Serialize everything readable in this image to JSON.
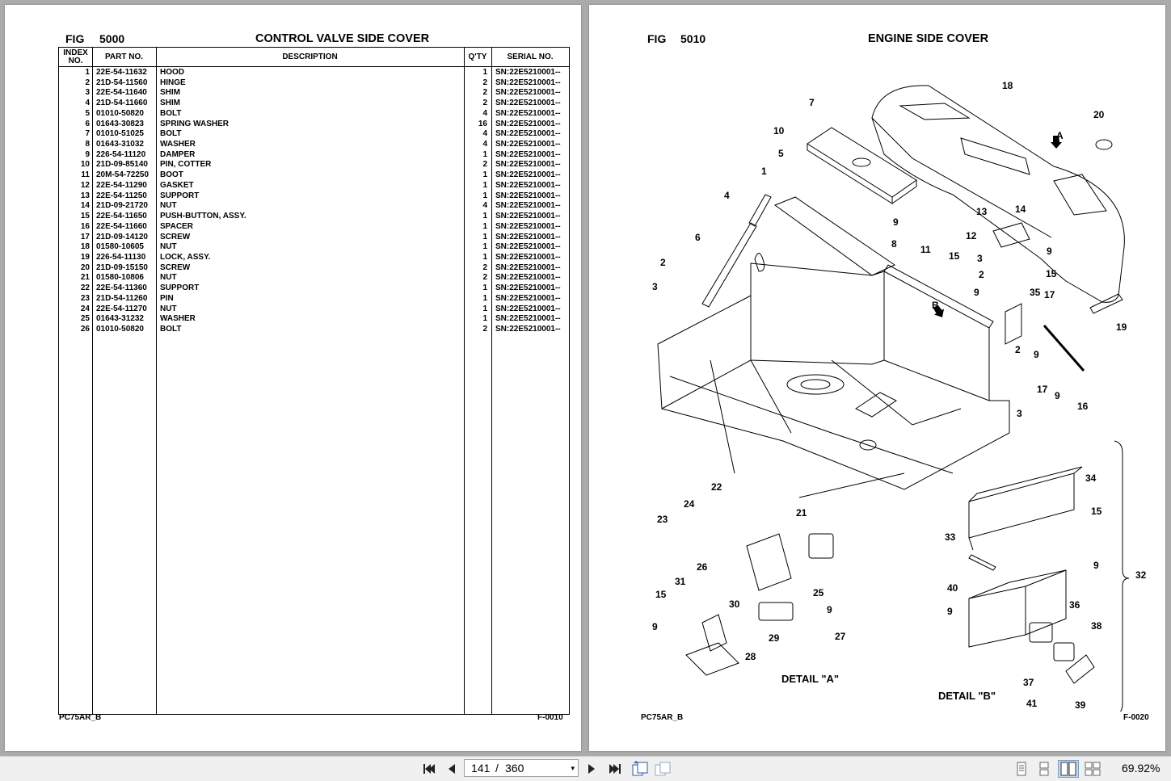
{
  "left_page": {
    "fig_label": "FIG",
    "fig_number": "5000",
    "title": "CONTROL VALVE SIDE COVER",
    "footer_left": "PC75AR_B",
    "footer_right": "F-0010",
    "headers": {
      "index": "INDEX NO.",
      "part": "PART NO.",
      "desc": "DESCRIPTION",
      "qty": "Q'TY",
      "serial": "SERIAL NO."
    },
    "rows": [
      {
        "i": "1",
        "p": "22E-54-11632",
        "d": "HOOD",
        "q": "1",
        "s": "SN:22E5210001--"
      },
      {
        "i": "2",
        "p": "21D-54-11560",
        "d": "HINGE",
        "q": "2",
        "s": "SN:22E5210001--"
      },
      {
        "i": "3",
        "p": "22E-54-11640",
        "d": "SHIM",
        "q": "2",
        "s": "SN:22E5210001--"
      },
      {
        "i": "4",
        "p": "21D-54-11660",
        "d": "SHIM",
        "q": "2",
        "s": "SN:22E5210001--"
      },
      {
        "i": "5",
        "p": "01010-50820",
        "d": "BOLT",
        "q": "4",
        "s": "SN:22E5210001--"
      },
      {
        "i": "6",
        "p": "01643-30823",
        "d": "SPRING WASHER",
        "q": "16",
        "s": "SN:22E5210001--"
      },
      {
        "i": "7",
        "p": "01010-51025",
        "d": "BOLT",
        "q": "4",
        "s": "SN:22E5210001--"
      },
      {
        "i": "8",
        "p": "01643-31032",
        "d": "WASHER",
        "q": "4",
        "s": "SN:22E5210001--"
      },
      {
        "i": "9",
        "p": "226-54-11120",
        "d": "DAMPER",
        "q": "1",
        "s": "SN:22E5210001--"
      },
      {
        "i": "10",
        "p": "21D-09-85140",
        "d": "PIN, COTTER",
        "q": "2",
        "s": "SN:22E5210001--"
      },
      {
        "i": "11",
        "p": "20M-54-72250",
        "d": "BOOT",
        "q": "1",
        "s": "SN:22E5210001--"
      },
      {
        "i": "12",
        "p": "22E-54-11290",
        "d": "GASKET",
        "q": "1",
        "s": "SN:22E5210001--"
      },
      {
        "i": "13",
        "p": "22E-54-11250",
        "d": "SUPPORT",
        "q": "1",
        "s": "SN:22E5210001--"
      },
      {
        "i": "14",
        "p": "21D-09-21720",
        "d": "NUT",
        "q": "4",
        "s": "SN:22E5210001--"
      },
      {
        "i": "15",
        "p": "22E-54-11650",
        "d": "PUSH-BUTTON, ASSY.",
        "q": "1",
        "s": "SN:22E5210001--"
      },
      {
        "i": "16",
        "p": "22E-54-11660",
        "d": "SPACER",
        "q": "1",
        "s": "SN:22E5210001--"
      },
      {
        "i": "17",
        "p": "21D-09-14120",
        "d": "SCREW",
        "q": "1",
        "s": "SN:22E5210001--"
      },
      {
        "i": "18",
        "p": "01580-10605",
        "d": "NUT",
        "q": "1",
        "s": "SN:22E5210001--"
      },
      {
        "i": "19",
        "p": "226-54-11130",
        "d": "LOCK, ASSY.",
        "q": "1",
        "s": "SN:22E5210001--"
      },
      {
        "i": "20",
        "p": "21D-09-15150",
        "d": "SCREW",
        "q": "2",
        "s": "SN:22E5210001--"
      },
      {
        "i": "21",
        "p": "01580-10806",
        "d": "NUT",
        "q": "2",
        "s": "SN:22E5210001--"
      },
      {
        "i": "22",
        "p": "22E-54-11360",
        "d": "SUPPORT",
        "q": "1",
        "s": "SN:22E5210001--"
      },
      {
        "i": "23",
        "p": "21D-54-11260",
        "d": "PIN",
        "q": "1",
        "s": "SN:22E5210001--"
      },
      {
        "i": "24",
        "p": "22E-54-11270",
        "d": "NUT",
        "q": "1",
        "s": "SN:22E5210001--"
      },
      {
        "i": "25",
        "p": "01643-31232",
        "d": "WASHER",
        "q": "1",
        "s": "SN:22E5210001--"
      },
      {
        "i": "26",
        "p": "01010-50820",
        "d": "BOLT",
        "q": "2",
        "s": "SN:22E5210001--"
      }
    ]
  },
  "right_page": {
    "fig_label": "FIG",
    "fig_number": "5010",
    "title": "ENGINE SIDE COVER",
    "footer_left": "PC75AR_B",
    "footer_right": "F-0020",
    "detail_a": "DETAIL \"A\"",
    "detail_b": "DETAIL \"B\"",
    "view_a": "A",
    "view_b": "B",
    "callouts": {
      "c1": "1",
      "c2a": "2",
      "c3a": "3",
      "c4": "4",
      "c5": "5",
      "c6": "6",
      "c7": "7",
      "c8": "8",
      "c9a": "9",
      "c10": "10",
      "c11": "11",
      "c12": "12",
      "c13": "13",
      "c14": "14",
      "c15a": "15",
      "c15b": "15",
      "c2b": "2",
      "c3b": "3",
      "c9b": "9",
      "c35": "35",
      "c17a": "17",
      "c9c": "9",
      "c2c": "2",
      "c3c": "3",
      "c17b": "17",
      "c9d": "9",
      "c16": "16",
      "c18": "18",
      "c19": "19",
      "c20": "20",
      "c22": "22",
      "c24": "24",
      "c23": "23",
      "c21": "21",
      "c26": "26",
      "c25": "25",
      "c31": "31",
      "c30": "30",
      "c15c": "15",
      "c9e": "9",
      "c29": "29",
      "c28": "28",
      "c9f": "9",
      "c27": "27",
      "c34": "34",
      "c15d": "15",
      "c33": "33",
      "c9g": "9",
      "c40": "40",
      "c9h": "9",
      "c32": "32",
      "c36": "36",
      "c38": "38",
      "c37": "37",
      "c41": "41",
      "c39": "39"
    }
  },
  "toolbar": {
    "current_page": "141",
    "separator": "/",
    "total_pages": "360",
    "zoom": "69.92%",
    "dropdown_glyph": "▾",
    "first_icon": "first-page-icon",
    "prev_icon": "prev-page-icon",
    "next_icon": "next-page-icon",
    "last_icon": "last-page-icon"
  }
}
